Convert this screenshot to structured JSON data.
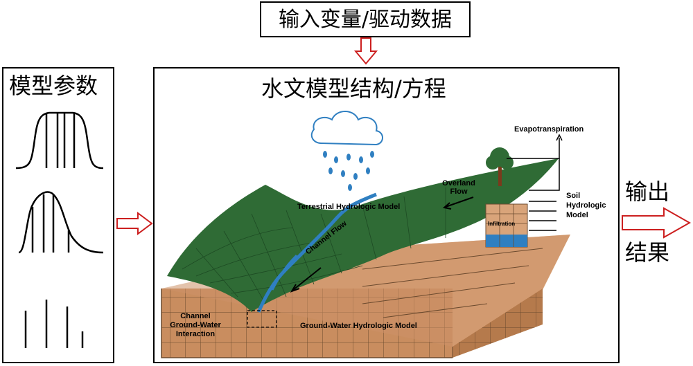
{
  "top_input": {
    "label": "输入变量/驱动数据"
  },
  "params": {
    "title": "模型参数",
    "distributions": [
      "uniform-distribution-curve",
      "skewed-distribution-curve",
      "discrete-distribution-bars"
    ]
  },
  "model": {
    "title": "水文模型结构/方程",
    "labels": {
      "evapotranspiration": "Evapotranspiration",
      "overland_flow": [
        "Overland",
        "Flow"
      ],
      "soil_model": [
        "Soil",
        "Hydrologic",
        "Model"
      ],
      "terrestrial": "Terrestrial Hydrologic Model",
      "infiltration": "Infiltration",
      "channel_flow": "Channel Flow",
      "channel_gw": [
        "Channel",
        "Ground-Water",
        "Interaction"
      ],
      "groundwater": "Ground-Water Hydrologic Model"
    }
  },
  "output": {
    "line1": "输出",
    "line2": "结果"
  },
  "colors": {
    "surface": "#2f6b35",
    "soil": "#c98d5f",
    "soil_side": "#b57a4c",
    "water": "#2f7fc1",
    "arrow": "#cc1f1f"
  }
}
